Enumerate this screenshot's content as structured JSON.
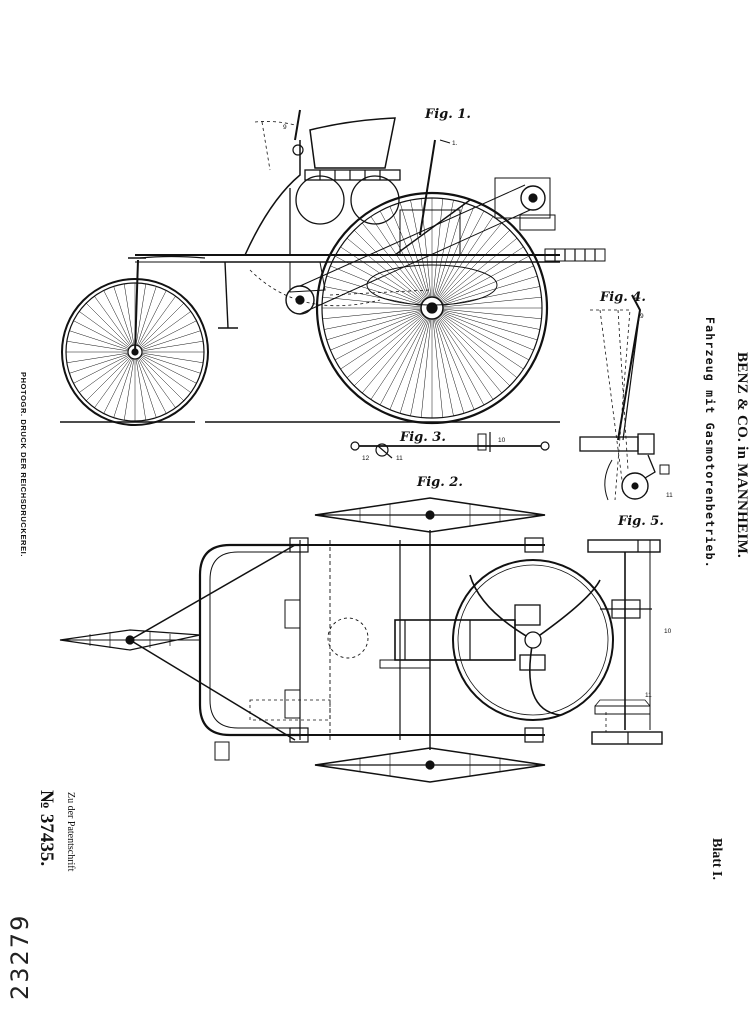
{
  "header": {
    "company": "BENZ & CO. in MANNHEIM.",
    "subtitle": "Fahrzeug mit Gasmotorenbetrieb.",
    "sheet": "Blatt I."
  },
  "figures": {
    "fig1": "Fig. 1.",
    "fig2": "Fig. 2.",
    "fig3": "Fig. 3.",
    "fig4": "Fig. 4.",
    "fig5": "Fig. 5."
  },
  "footer": {
    "printer": "PHOTOGR. DRUCK DER REICHSDRUCKEREI.",
    "note": "Zu der Patentschrift",
    "patent_number": "№ 37435.",
    "handwritten": "23279"
  },
  "reference_numbers": {
    "fig1_lever": "1.",
    "fig1_seat": "9",
    "fig3_a": "10",
    "fig3_b": "12",
    "fig3_c": "11",
    "fig4_a": "9",
    "fig4_b": "11",
    "fig5_a": "10",
    "fig5_b": "11"
  }
}
